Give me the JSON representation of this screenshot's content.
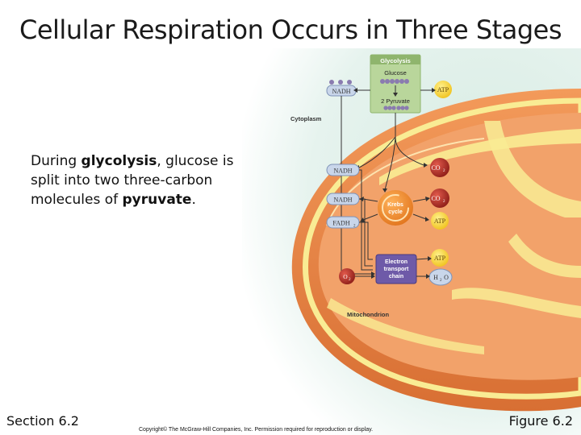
{
  "slide": {
    "title": "Cellular Respiration Occurs in Three Stages",
    "body_parts": [
      {
        "text": "During ",
        "bold": false
      },
      {
        "text": "glycolysis",
        "bold": true
      },
      {
        "text": ", glucose is split into two three-carbon molecules of ",
        "bold": false
      },
      {
        "text": "pyruvate",
        "bold": true
      },
      {
        "text": ".",
        "bold": false
      }
    ],
    "footer_left": "Section 6.2",
    "footer_right": "Figure 6.2",
    "copyright": "Copyright© The McGraw-Hill Companies, Inc. Permission required for reproduction or display."
  },
  "diagram": {
    "glycolysis_box": {
      "title": "Glycolysis",
      "glucose": "Glucose",
      "pyruvate": "2 Pyruvate"
    },
    "cytoplasm": "Cytoplasm",
    "mitochondrion": "Mitochondrion",
    "krebs": "Krebs cycle",
    "etc": [
      "Electron",
      "transport",
      "chain"
    ],
    "molecules": {
      "nadh": "NADH",
      "fadh2": "FADH",
      "fadh2_sub": "2",
      "atp": "ATP",
      "co2": "CO",
      "co2_sub": "2",
      "o2": "O",
      "o2_sub": "2",
      "h2o_h": "H",
      "h2o_sub": "2",
      "h2o_o": "O"
    }
  },
  "colors": {
    "cell_bg": "#d8ece2",
    "membrane_yellow": "#f7e98a",
    "mito_orange": "#e98a45",
    "mito_inner": "#f4a86b",
    "glycolysis_green": "#b8d49a",
    "etc_purple": "#6e5aa8",
    "krebs_orange": "#f08a2a",
    "nadh_blue": "#c9d6ea",
    "atp_yellow": "#f5d233",
    "co2_red": "#b4312b",
    "o2_red": "#b4312b"
  }
}
